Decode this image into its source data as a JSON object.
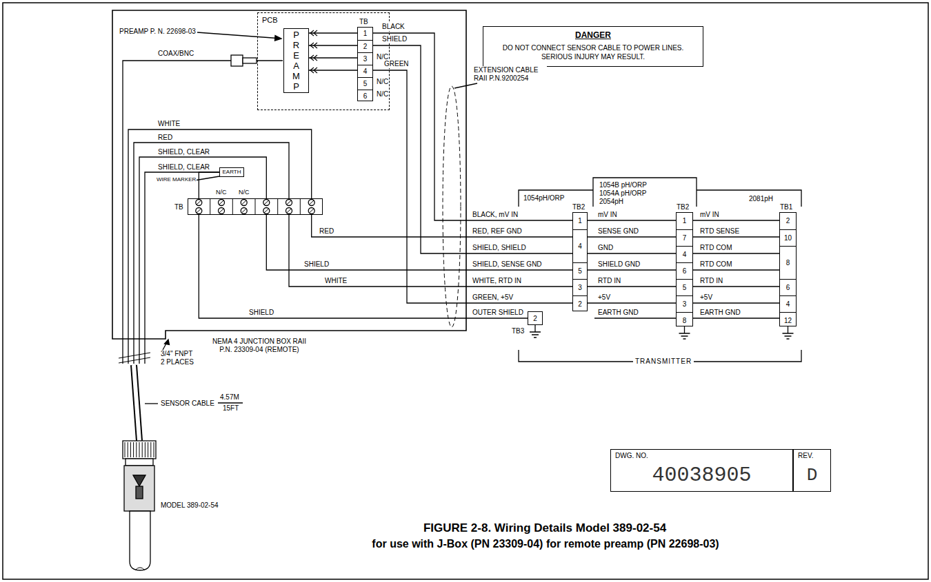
{
  "diagram": {
    "caption": "FIGURE 2-8. Wiring Details Model 389-02-54",
    "nodes": [
      {
        "text": [
          "PCB"
        ]
      },
      {
        "text": [
          "P R E A M P"
        ],
        "in": 0
      },
      {
        "text": [
          "TB",
          "1",
          "2",
          "3",
          "4",
          "5",
          "6"
        ],
        "in": 0
      },
      {
        "text": [
          "DANGER",
          "DO NOT CONNECT SENSOR CABLE TO POWER LINES. SERIOUS INJURY MAY RESULT."
        ]
      },
      {
        "text": [
          "1054pH/ORP",
          "TB2",
          "1",
          "4",
          "5",
          "3",
          "2"
        ]
      },
      {
        "text": [
          "1054B pH/ORP 1054A pH/ORP 2054pH",
          "TB2",
          "1",
          "7",
          "4",
          "6",
          "5",
          "3",
          "8"
        ]
      },
      {
        "text": [
          "2081pH",
          "TB1",
          "2",
          "10",
          "8",
          "6",
          "4",
          "12"
        ]
      },
      {
        "text": [
          "TB3",
          "2"
        ]
      },
      {
        "text": [
          "TB"
        ]
      },
      {
        "text": [
          "EARTH"
        ]
      },
      {
        "text": [
          "DWG. NO.",
          "40038905"
        ]
      },
      {
        "text": [
          "REV.",
          "D"
        ]
      }
    ],
    "edges": [
      {
        "from": 2,
        "to": 4,
        "arrow": "none",
        "label": "BLACK, mV IN"
      },
      {
        "from": 2,
        "to": 4,
        "arrow": "none",
        "label": "SHIELD, SHIELD"
      },
      {
        "from": 2,
        "to": 4,
        "arrow": "none",
        "label": "GREEN, +5V"
      },
      {
        "from": 8,
        "to": 4,
        "arrow": "none",
        "label": "RED, REF GND"
      },
      {
        "from": 8,
        "to": 4,
        "arrow": "none",
        "label": "SHIELD, SENSE GND"
      },
      {
        "from": 8,
        "to": 4,
        "arrow": "none",
        "label": "WHITE, RTD IN"
      },
      {
        "from": 8,
        "to": 7,
        "arrow": "none",
        "label": "OUTER SHIELD"
      },
      {
        "from": 9,
        "to": 8,
        "arrow": "none"
      },
      {
        "from": 2,
        "to": 1,
        "arrow": "to"
      },
      {
        "from": 2,
        "to": 1,
        "arrow": "to"
      },
      {
        "from": 2,
        "to": 1,
        "arrow": "to"
      },
      {
        "from": 2,
        "to": 1,
        "arrow": "to"
      }
    ],
    "labels": [
      "PREAMP P. N. 22698-03",
      "COAX/BNC",
      "BLACK",
      "SHIELD",
      "N/C",
      "GREEN",
      "N/C",
      "N/C",
      "EXTENSION CABLE RAII P.N.9200254",
      "WHITE",
      "RED",
      "SHIELD, CLEAR",
      "SHIELD, CLEAR",
      "WIRE MARKER",
      "N/C",
      "N/C",
      "RED",
      "WHITE",
      "SHIELD",
      "SHIELD",
      "mV IN",
      "SENSE GND",
      "GND",
      "SHIELD GND",
      "RTD IN",
      "+5V",
      "EARTH GND",
      "mV IN",
      "RTD SENSE",
      "RTD COM",
      "RTD COM",
      "RTD IN",
      "+5V",
      "EARTH GND",
      "TRANSMITTER",
      "NEMA 4 JUNCTION BOX RAII P.N. 23309-04 (REMOTE)",
      "3/4\" FNPT 2 PLACES",
      "SENSOR CABLE",
      "4.57M",
      "15FT",
      "MODEL 389-02-54",
      "for use with J-Box (PN 23309-04) for remote preamp (PN 22698-03)"
    ]
  }
}
